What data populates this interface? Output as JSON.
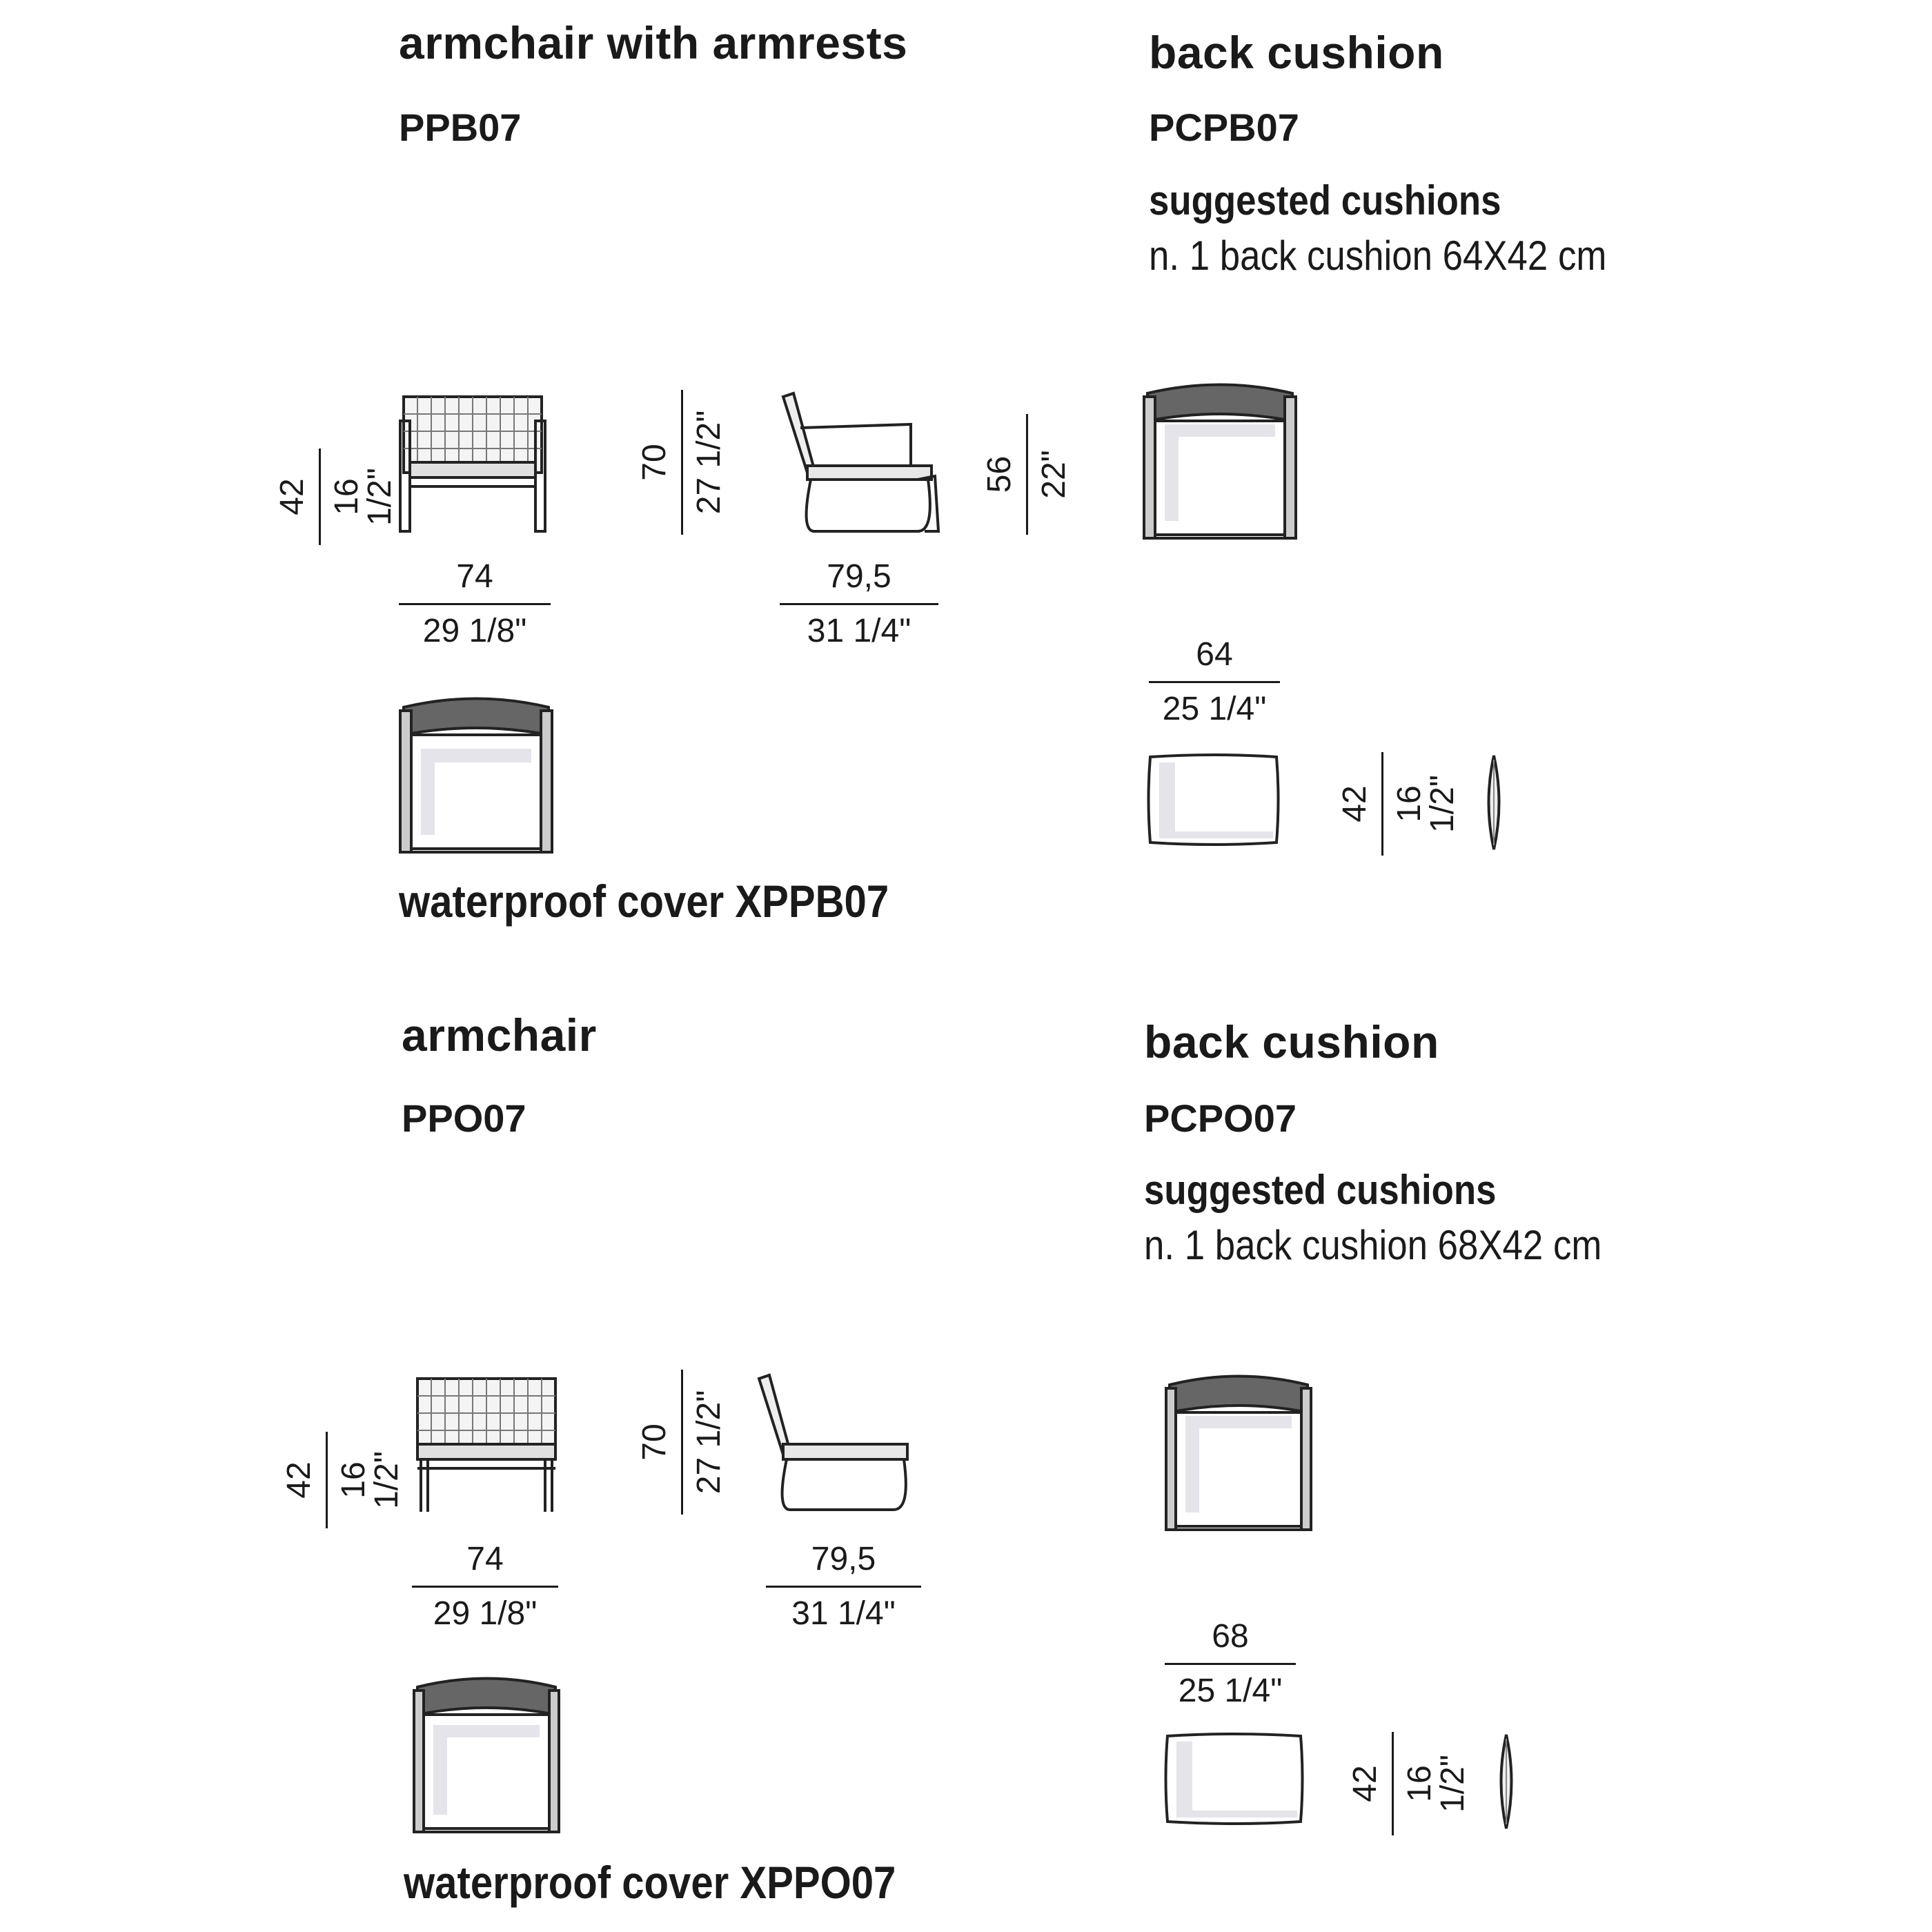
{
  "block1": {
    "title": "armchair with armrests",
    "code": "PPB07",
    "front_width": {
      "cm": "74",
      "in": "29 1/8\""
    },
    "front_height": {
      "cm": "42",
      "in": "16 1/2\""
    },
    "side_height": {
      "cm": "70",
      "in": "27 1/2\""
    },
    "side_depth": {
      "cm": "79,5",
      "in": "31 1/4\""
    },
    "cover": "waterproof cover  XPPB07"
  },
  "cushion1": {
    "title": "back cushion",
    "code": "PCPB07",
    "suggested_label": "suggested cushions",
    "suggested_text": "n. 1 back cushion 64X42 cm",
    "height_side": {
      "cm": "56",
      "in": "22\""
    },
    "width": {
      "cm": "64",
      "in": "25 1/4\""
    },
    "height": {
      "cm": "42",
      "in": "16 1/2\""
    }
  },
  "block2": {
    "title": "armchair",
    "code": "PPO07",
    "front_width": {
      "cm": "74",
      "in": "29 1/8\""
    },
    "front_height": {
      "cm": "42",
      "in": "16 1/2\""
    },
    "side_height": {
      "cm": "70",
      "in": "27 1/2\""
    },
    "side_depth": {
      "cm": "79,5",
      "in": "31 1/4\""
    },
    "cover": "waterproof cover  XPPO07"
  },
  "cushion2": {
    "title": "back cushion",
    "code": "PCPO07",
    "suggested_label": "suggested cushions",
    "suggested_text": "n. 1 back cushion 68X42 cm",
    "width": {
      "cm": "68",
      "in": "25 1/4\""
    },
    "height": {
      "cm": "42",
      "in": "16 1/2\""
    }
  }
}
